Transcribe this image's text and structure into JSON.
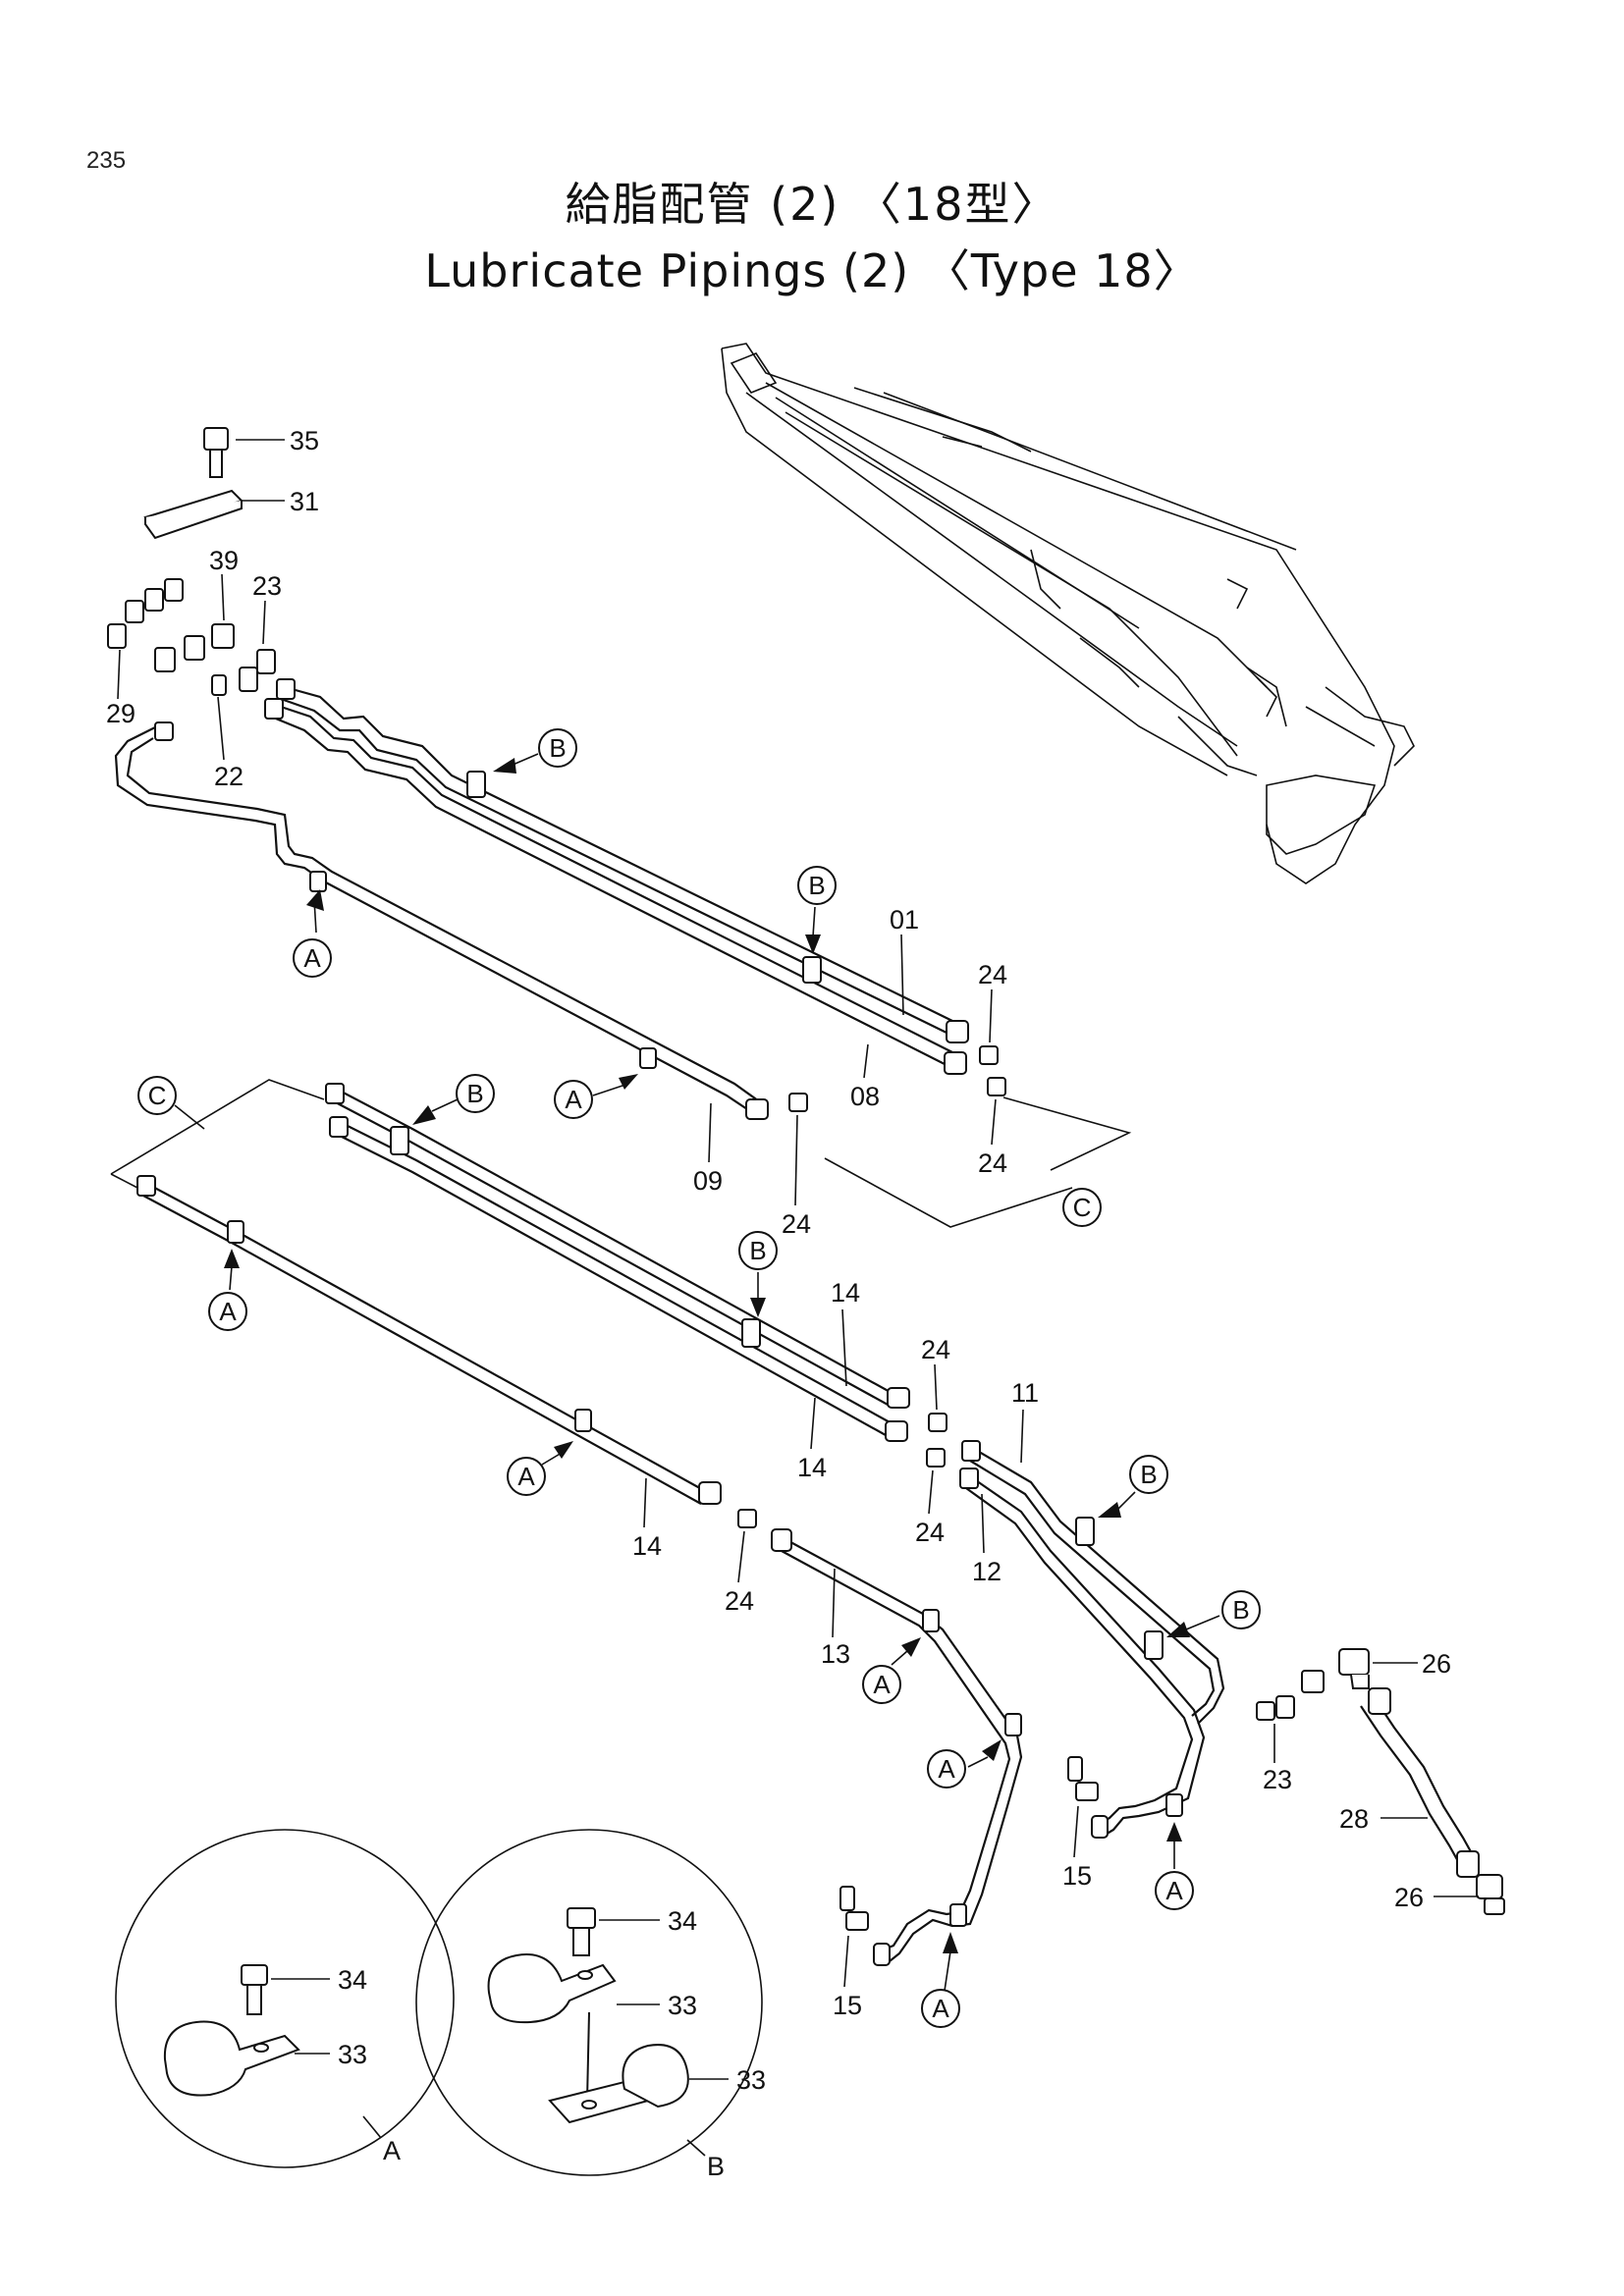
{
  "page_number": "235",
  "title_jp": "給脂配管 (2) 〈18型〉",
  "title_en": "Lubricate Pipings (2) 〈Type 18〉",
  "callouts": {
    "p35": "35",
    "p31": "31",
    "p39": "39",
    "p23a": "23",
    "p29": "29",
    "p22": "22",
    "p01": "01",
    "p08": "08",
    "p24a": "24",
    "p24b": "24",
    "p09": "09",
    "p24c": "24",
    "p14a": "14",
    "p14b": "14",
    "p14c": "14",
    "p24d": "24",
    "p24e": "24",
    "p24f": "24",
    "p11": "11",
    "p12": "12",
    "p13": "13",
    "p26a": "26",
    "p23b": "23",
    "p28": "28",
    "p26b": "26",
    "p15a": "15",
    "p15b": "15",
    "p34a": "34",
    "p33a": "33",
    "p34b": "34",
    "p33b": "33",
    "p33c": "33"
  },
  "refs": {
    "a": "A",
    "b": "B",
    "c": "C"
  },
  "detail_labels": {
    "left": "A",
    "right": "B"
  }
}
